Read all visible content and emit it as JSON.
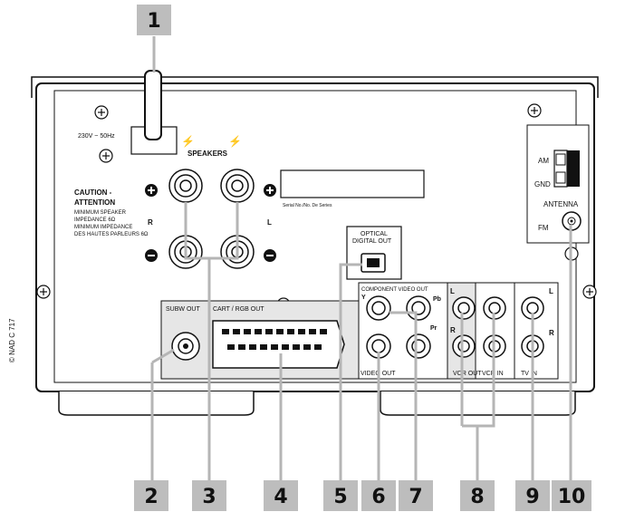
{
  "callouts": [
    "1",
    "2",
    "3",
    "4",
    "5",
    "6",
    "7",
    "8",
    "9",
    "10"
  ],
  "copyright": "© NAD C 717",
  "labels": {
    "voltage": "230V ~ 50Hz",
    "speakers": "SPEAKERS",
    "caution_title_1": "CAUTION -",
    "caution_title_2": "ATTENTION",
    "caution_line1": "MINIMUM SPEAKER",
    "caution_line2": "IMPEDANCE 6Ω",
    "caution_line3": "MINIMUM IMPEDANCE",
    "caution_line4": "DES HAUTES PARLEURS 6Ω",
    "r": "R",
    "l": "L",
    "serial": "Serial No./No. De Series",
    "optical1": "OPTICAL",
    "optical2": "DIGITAL OUT",
    "component": "COMPONENT VIDEO OUT",
    "y": "Y",
    "pb": "Pb",
    "pr": "Pr",
    "subw": "SUBW OUT",
    "cart": "CART / RGB OUT",
    "video_out": "VIDEO OUT",
    "vcr_out": "VCR OUT",
    "vcr_in": "VCR IN",
    "tv_in": "TV IN",
    "tv_l": "L",
    "tv_r": "R",
    "vcr_l": "L",
    "vcr_r": "R",
    "am": "AM",
    "gnd": "GND",
    "antenna": "ANTENNA",
    "fm": "FM"
  },
  "colors": {
    "callout_box": "#bdbdbd",
    "panel_fill": "#ffffff",
    "outline": "#111111",
    "leader": "#b5b5b5",
    "shade": "#e3e3e3"
  }
}
